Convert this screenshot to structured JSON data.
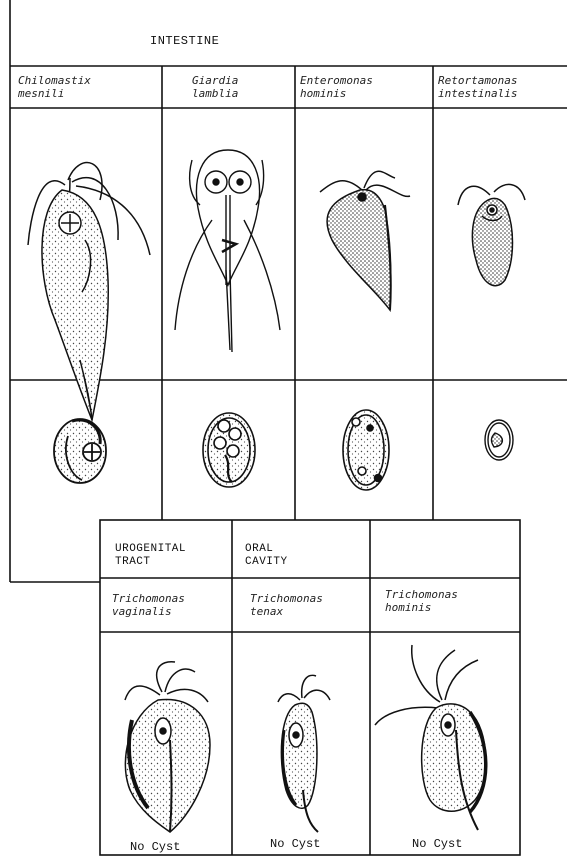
{
  "intestine": {
    "header": "INTESTINE",
    "species": [
      "Chilomastix\nmesnili",
      "Giardia\nlamblia",
      "Enteromonas\nhominis",
      "Retortamonas\nintestinalis"
    ]
  },
  "lower_table": {
    "headers": [
      "UROGENITAL\nTRACT",
      "ORAL\nCAVITY",
      ""
    ],
    "species": [
      "Trichomonas\nvaginalis",
      "Trichomonas\ntenax",
      "Trichomonas\nhominis"
    ],
    "cyst_notes": [
      "No Cyst",
      "No Cyst",
      "No Cyst"
    ]
  }
}
